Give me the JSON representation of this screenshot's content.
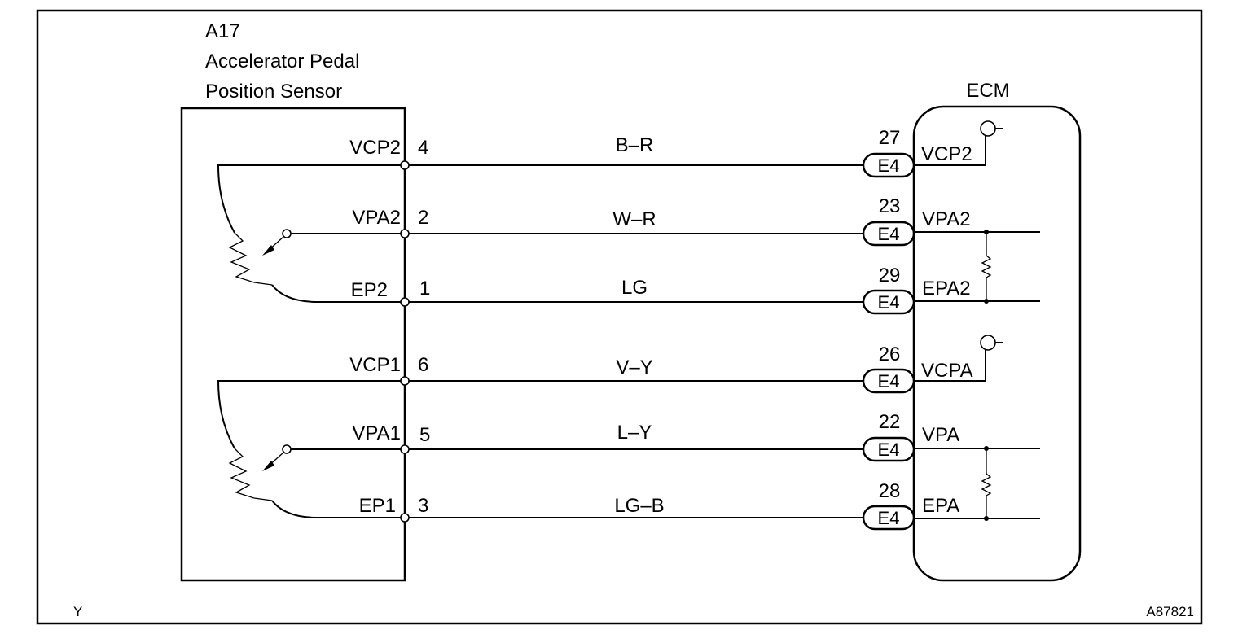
{
  "sensor": {
    "code": "A17",
    "name_line1": "Accelerator Pedal",
    "name_line2": "Position Sensor"
  },
  "ecm": {
    "label": "ECM"
  },
  "circuits": [
    {
      "sensor_terminal": "VCP2",
      "sensor_pin": "4",
      "wire_color": "B–R",
      "ecm_pin": "27",
      "connector": "E4",
      "ecm_terminal": "VCP2"
    },
    {
      "sensor_terminal": "VPA2",
      "sensor_pin": "2",
      "wire_color": "W–R",
      "ecm_pin": "23",
      "connector": "E4",
      "ecm_terminal": "VPA2"
    },
    {
      "sensor_terminal": "EP2",
      "sensor_pin": "1",
      "wire_color": "LG",
      "ecm_pin": "29",
      "connector": "E4",
      "ecm_terminal": "EPA2"
    },
    {
      "sensor_terminal": "VCP1",
      "sensor_pin": "6",
      "wire_color": "V–Y",
      "ecm_pin": "26",
      "connector": "E4",
      "ecm_terminal": "VCPA"
    },
    {
      "sensor_terminal": "VPA1",
      "sensor_pin": "5",
      "wire_color": "L–Y",
      "ecm_pin": "22",
      "connector": "E4",
      "ecm_terminal": "VPA"
    },
    {
      "sensor_terminal": "EP1",
      "sensor_pin": "3",
      "wire_color": "LG–B",
      "ecm_pin": "28",
      "connector": "E4",
      "ecm_terminal": "EPA"
    }
  ],
  "footer": {
    "left_code": "Y",
    "figure_id": "A87821"
  },
  "colors": {
    "ink": "#000000",
    "background": "#ffffff"
  }
}
